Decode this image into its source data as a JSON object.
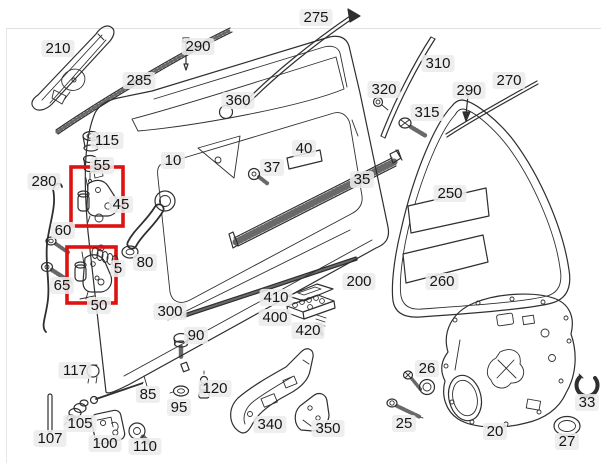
{
  "diagram": {
    "type": "exploded-parts-diagram",
    "subject": "front door assembly",
    "highlighted_parts": [
      "45",
      "50"
    ],
    "labels": {
      "p210": "210",
      "p290_left": "290",
      "p285": "285",
      "p275": "275",
      "p310": "310",
      "p320": "320",
      "p290_right": "290",
      "p270": "270",
      "p315": "315",
      "p360": "360",
      "p10": "10",
      "p40": "40",
      "p37": "37",
      "p35": "35",
      "p115": "115",
      "p55": "55",
      "p280": "280",
      "p45": "45",
      "p60": "60",
      "p65": "65",
      "p5": "5",
      "p50": "50",
      "p80": "80",
      "p300": "300",
      "p200": "200",
      "p410": "410",
      "p400": "400",
      "p420": "420",
      "p90": "90",
      "p117": "117",
      "p85": "85",
      "p95": "95",
      "p120": "120",
      "p105": "105",
      "p107": "107",
      "p100": "100",
      "p110": "110",
      "p340": "340",
      "p350": "350",
      "p25": "25",
      "p26": "26",
      "p20": "20",
      "p27": "27",
      "p33": "33",
      "p250": "250",
      "p260": "260"
    }
  },
  "colors": {
    "background": "#ffffff",
    "line": "#2f2f2f",
    "text": "#161616",
    "label_bg": "#ececec",
    "highlight": "#dd1212"
  }
}
